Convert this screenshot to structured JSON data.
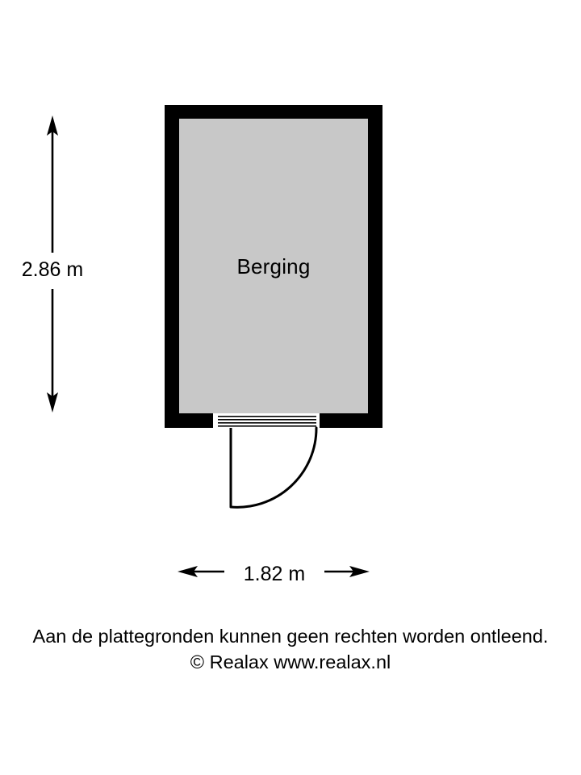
{
  "plan": {
    "room": {
      "name_label": "Berging",
      "fill_color": "#c8c8c8",
      "wall_color": "#000000"
    },
    "dimensions": {
      "vertical": {
        "label": "2.86 m",
        "value": 2.86,
        "unit": "m",
        "orientation": "vertical",
        "arrow_style": "double-headed"
      },
      "horizontal": {
        "label": "1.82 m",
        "value": 1.82,
        "unit": "m",
        "orientation": "horizontal",
        "arrow_style": "double-headed"
      }
    },
    "door": {
      "name_label": "entry-door",
      "swing": "outward-left",
      "hinge_side": "right",
      "panel_style": "louvered"
    }
  },
  "footer": {
    "disclaimer": "Aan de plattegronden kunnen geen rechten worden ontleend.",
    "copyright": "© Realax www.realax.nl"
  }
}
